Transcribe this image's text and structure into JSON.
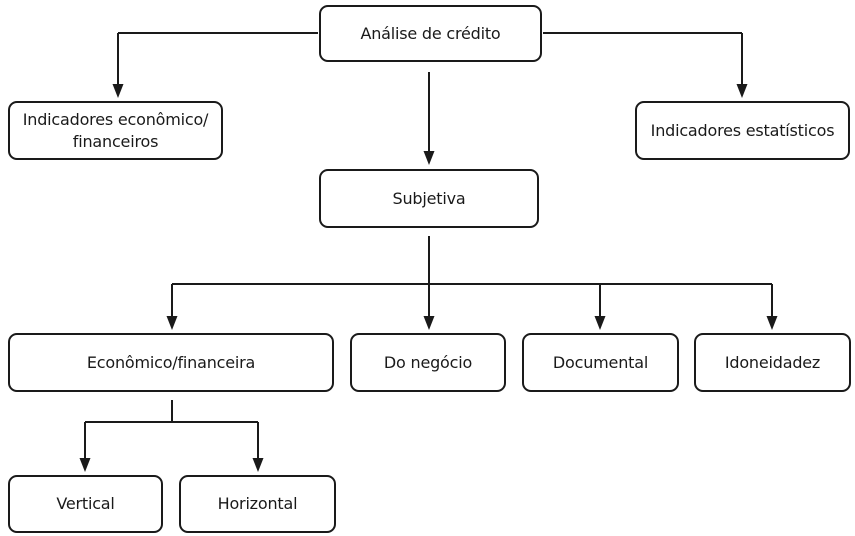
{
  "diagram": {
    "nodes": {
      "root": {
        "label": "Análise de crédito"
      },
      "indicadores_economico": {
        "line1": "Indicadores econômico/",
        "line2": "financeiros"
      },
      "indicadores_estatisticos": {
        "label": "Indicadores estatísticos"
      },
      "subjetiva": {
        "label": "Subjetiva"
      },
      "economico_financeira": {
        "label": "Econômico/financeira"
      },
      "do_negocio": {
        "label": "Do negócio"
      },
      "documental": {
        "label": "Documental"
      },
      "idoneidadez": {
        "label": "Idoneidadez"
      },
      "vertical": {
        "label": "Vertical"
      },
      "horizontal": {
        "label": "Horizontal"
      }
    },
    "edges": [
      {
        "from": "root",
        "to": "indicadores_economico"
      },
      {
        "from": "root",
        "to": "indicadores_estatisticos"
      },
      {
        "from": "root",
        "to": "subjetiva"
      },
      {
        "from": "subjetiva",
        "to": "economico_financeira"
      },
      {
        "from": "subjetiva",
        "to": "do_negocio"
      },
      {
        "from": "subjetiva",
        "to": "documental"
      },
      {
        "from": "subjetiva",
        "to": "idoneidadez"
      },
      {
        "from": "economico_financeira",
        "to": "vertical"
      },
      {
        "from": "economico_financeira",
        "to": "horizontal"
      }
    ]
  }
}
